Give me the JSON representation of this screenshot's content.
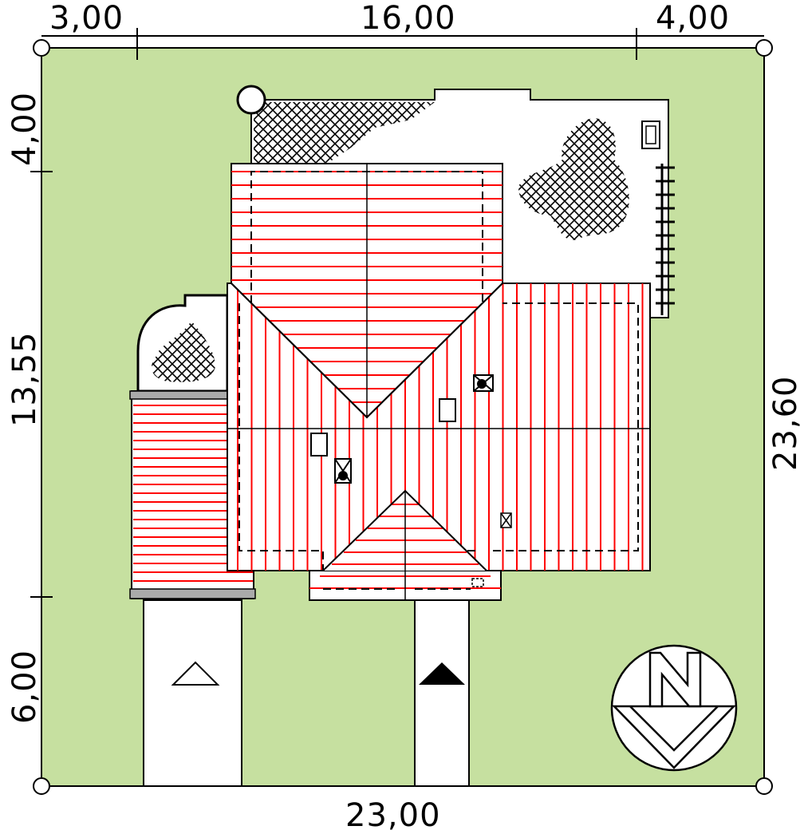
{
  "dimensions": {
    "top_left": "3,00",
    "top_middle": "16,00",
    "top_right": "4,00",
    "left_top": "4,00",
    "left_middle": "13,55",
    "left_bottom": "6,00",
    "right": "23,60",
    "bottom": "23,00"
  },
  "colors": {
    "plot": "#c6e0a0",
    "roof_lines": "#ff0000",
    "outline": "#000000"
  },
  "north_label": "N"
}
